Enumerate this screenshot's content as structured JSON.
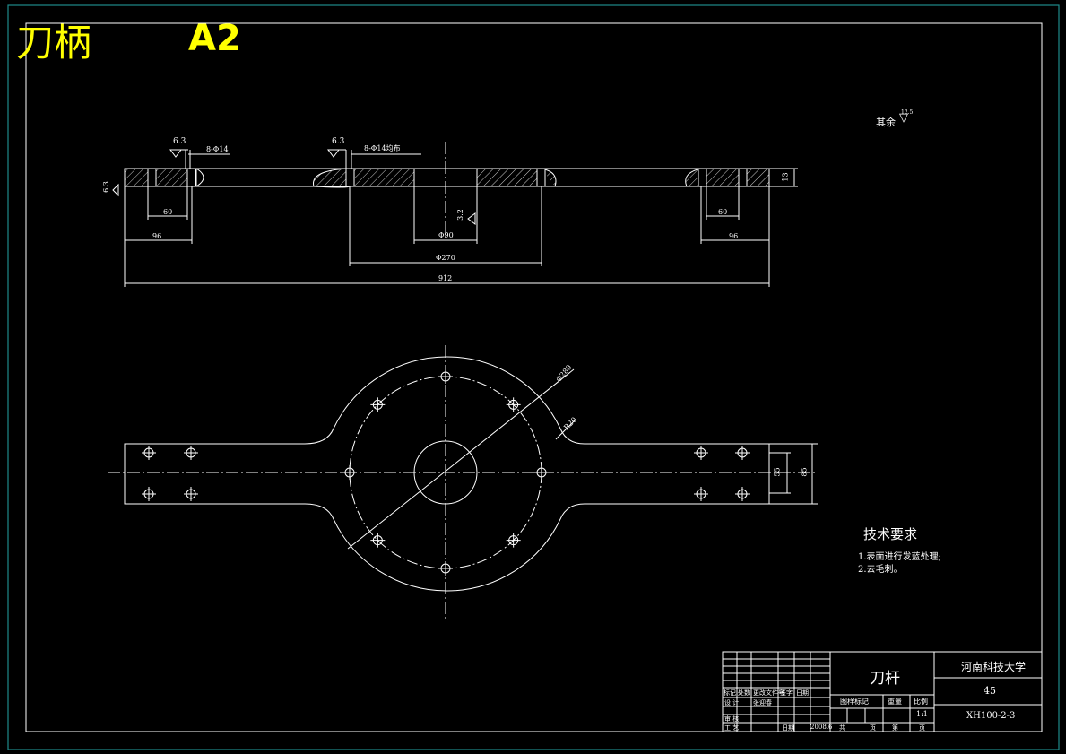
{
  "header": {
    "title": "刀柄",
    "sheet": "A2"
  },
  "colors": {
    "background": "#000000",
    "lines": "#ffffff",
    "title": "#ffff00",
    "frame": "#1f8a8a"
  },
  "section_view": {
    "roughness_left": "6.3",
    "roughness_hole_left": "6.3",
    "hole_note_left": "8-Φ14",
    "roughness_hole_mid": "6.3",
    "hole_note_mid": "8-Φ14均布",
    "roughness_bore": "3.2",
    "dim_thickness": "13",
    "dim_left_inner": "60",
    "dim_left_outer": "96",
    "dim_right_inner": "60",
    "dim_right_outer": "96",
    "dim_bore": "Φ90",
    "dim_pcd": "Φ270",
    "dim_overall": "912"
  },
  "plan_view": {
    "dim_outer_dia": "Φ280",
    "dim_fillet": "R20",
    "dim_inner_width": "55",
    "dim_arm_width": "85"
  },
  "other_roughness": {
    "label": "其余",
    "value": "12.5"
  },
  "tech_requirements": {
    "title": "技术要求",
    "items": [
      "1.表面进行发蓝处理;",
      "2.去毛刺。"
    ]
  },
  "title_block": {
    "part_name": "刀杆",
    "school": "河南科技大学",
    "material": "45",
    "drawing_no": "XH100-2-3",
    "scale": "1:1",
    "col_headers": [
      "图样标记",
      "重量",
      "比例"
    ],
    "rev_headers": [
      "标记",
      "处数",
      "更改文件号",
      "签字",
      "日期"
    ],
    "sign_rows": [
      "设 计",
      "审 核",
      "工 艺"
    ],
    "designer": "张迎春",
    "date_label": "日期",
    "date": "2008.6",
    "bottom_labels": [
      "共",
      "页",
      "第",
      "页"
    ]
  }
}
